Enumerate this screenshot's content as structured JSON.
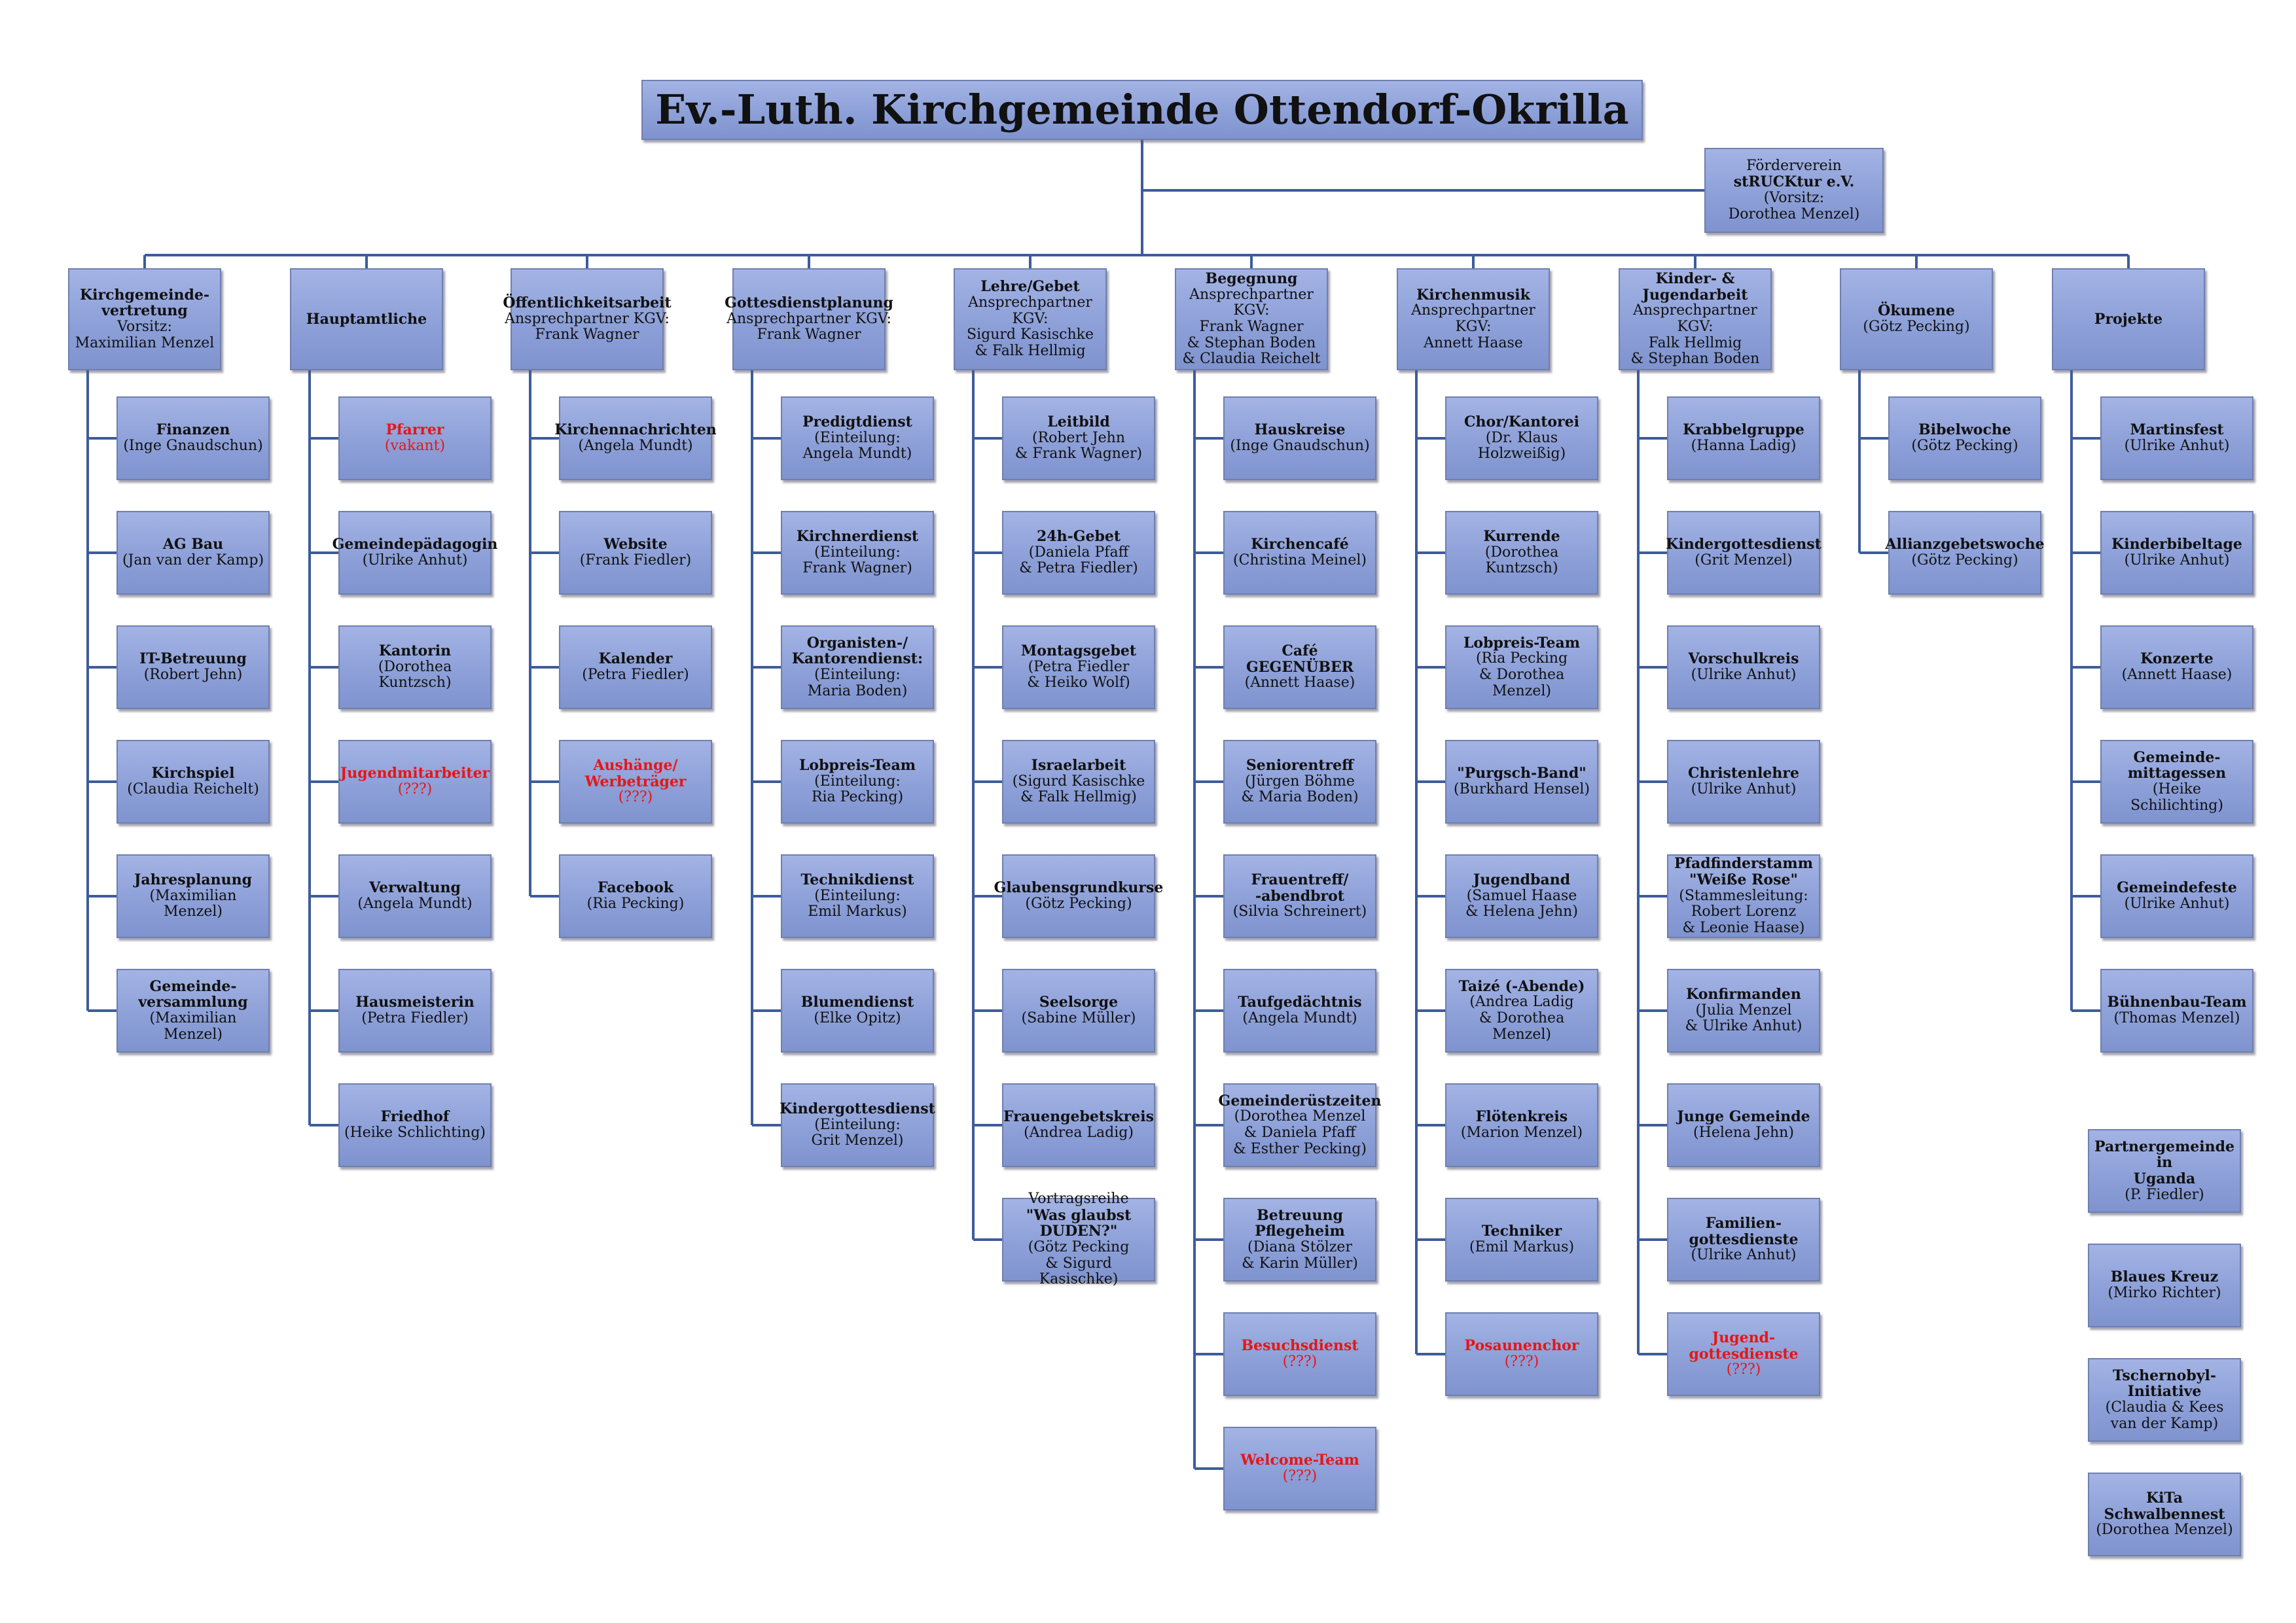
{
  "title": "Ev.-Luth. Kirchgemeinde Ottendorf-Okrilla",
  "foerderverein": {
    "line1": "Förderverein",
    "line2": "stRUCKtur e.V.",
    "sub": "(Vorsitz:\nDorothea Menzel)"
  },
  "columns": [
    {
      "header": {
        "title": "Kirchgemeinde-\nvertretung",
        "sub": "Vorsitz:\nMaximilian Menzel"
      },
      "items": [
        {
          "title": "Finanzen",
          "sub": "(Inge Gnaudschun)"
        },
        {
          "title": "AG Bau",
          "sub": "(Jan van der Kamp)"
        },
        {
          "title": "IT-Betreuung",
          "sub": "(Robert Jehn)"
        },
        {
          "title": "Kirchspiel",
          "sub": "(Claudia Reichelt)"
        },
        {
          "title": "Jahresplanung",
          "sub": "(Maximilian Menzel)"
        },
        {
          "title": "Gemeinde-\nversammlung",
          "sub": "(Maximilian Menzel)"
        }
      ]
    },
    {
      "header": {
        "title": "Hauptamtliche",
        "sub": ""
      },
      "items": [
        {
          "title": "Pfarrer",
          "sub": "(vakant)",
          "red": true
        },
        {
          "title": "Gemeindepädagogin",
          "sub": "(Ulrike Anhut)"
        },
        {
          "title": "Kantorin",
          "sub": "(Dorothea Kuntzsch)"
        },
        {
          "title": "Jugendmitarbeiter",
          "sub": "(???)",
          "red": true
        },
        {
          "title": "Verwaltung",
          "sub": "(Angela Mundt)"
        },
        {
          "title": "Hausmeisterin",
          "sub": "(Petra Fiedler)"
        },
        {
          "title": "Friedhof",
          "sub": "(Heike Schlichting)"
        }
      ]
    },
    {
      "header": {
        "title": "Öffentlichkeitsarbeit",
        "sub": "Ansprechpartner KGV:\nFrank Wagner"
      },
      "items": [
        {
          "title": "Kirchennachrichten",
          "sub": "(Angela Mundt)"
        },
        {
          "title": "Website",
          "sub": "(Frank Fiedler)"
        },
        {
          "title": "Kalender",
          "sub": "(Petra Fiedler)"
        },
        {
          "title": "Aushänge/\nWerbeträger",
          "sub": "(???)",
          "red": true
        },
        {
          "title": "Facebook",
          "sub": "(Ria Pecking)"
        }
      ]
    },
    {
      "header": {
        "title": "Gottesdienstplanung",
        "sub": "Ansprechpartner KGV:\nFrank Wagner"
      },
      "items": [
        {
          "title": "Predigtdienst",
          "sub": "(Einteilung:\nAngela Mundt)"
        },
        {
          "title": "Kirchnerdienst",
          "sub": "(Einteilung:\nFrank Wagner)"
        },
        {
          "title": "Organisten-/\nKantorendienst:",
          "sub": "(Einteilung:\nMaria Boden)"
        },
        {
          "title": "Lobpreis-Team",
          "sub": "(Einteilung:\nRia Pecking)"
        },
        {
          "title": "Technikdienst",
          "sub": "(Einteilung:\nEmil Markus)"
        },
        {
          "title": "Blumendienst",
          "sub": "(Elke Opitz)"
        },
        {
          "title": "Kindergottesdienst",
          "sub": "(Einteilung:\nGrit Menzel)"
        }
      ]
    },
    {
      "header": {
        "title": "Lehre/Gebet",
        "sub": "Ansprechpartner KGV:\nSigurd Kasischke\n& Falk Hellmig"
      },
      "items": [
        {
          "title": "Leitbild",
          "sub": "(Robert Jehn\n& Frank Wagner)"
        },
        {
          "title": "24h-Gebet",
          "sub": "(Daniela Pfaff\n& Petra Fiedler)"
        },
        {
          "title": "Montagsgebet",
          "sub": "(Petra Fiedler\n& Heiko Wolf)"
        },
        {
          "title": "Israelarbeit",
          "sub": "(Sigurd Kasischke\n& Falk Hellmig)"
        },
        {
          "title": "Glaubensgrundkurse",
          "sub": "(Götz Pecking)"
        },
        {
          "title": "Seelsorge",
          "sub": "(Sabine Müller)"
        },
        {
          "title": "Frauengebetskreis",
          "sub": "(Andrea Ladig)"
        },
        {
          "pre": "Vortragsreihe",
          "title": "\"Was glaubst\nDUDEN?\"",
          "sub": "(Götz Pecking\n& Sigurd Kasischke)"
        }
      ]
    },
    {
      "header": {
        "title": "Begegnung",
        "sub": "Ansprechpartner KGV:\nFrank Wagner\n& Stephan Boden\n& Claudia Reichelt"
      },
      "items": [
        {
          "title": "Hauskreise",
          "sub": "(Inge Gnaudschun)"
        },
        {
          "title": "Kirchencafé",
          "sub": "(Christina Meinel)"
        },
        {
          "title": "Café GEGENÜBER",
          "sub": "(Annett Haase)"
        },
        {
          "title": "Seniorentreff",
          "sub": "(Jürgen Böhme\n& Maria Boden)"
        },
        {
          "title": "Frauentreff/\n-abendbrot",
          "sub": "(Silvia Schreinert)"
        },
        {
          "title": "Taufgedächtnis",
          "sub": "(Angela Mundt)"
        },
        {
          "title": "Gemeinderüstzeiten",
          "sub": "(Dorothea Menzel\n& Daniela Pfaff\n& Esther Pecking)"
        },
        {
          "title": "Betreuung\nPflegeheim",
          "sub": "(Diana Stölzer\n& Karin Müller)"
        },
        {
          "title": "Besuchsdienst",
          "sub": "(???)",
          "red": true
        },
        {
          "title": "Welcome-Team",
          "sub": "(???)",
          "red": true
        }
      ]
    },
    {
      "header": {
        "title": "Kirchenmusik",
        "sub": "Ansprechpartner KGV:\nAnnett Haase"
      },
      "items": [
        {
          "title": "Chor/Kantorei",
          "sub": "(Dr. Klaus\nHolzweißig)"
        },
        {
          "title": "Kurrende",
          "sub": "(Dorothea Kuntzsch)"
        },
        {
          "title": "Lobpreis-Team",
          "sub": "(Ria Pecking\n& Dorothea Menzel)"
        },
        {
          "title": "\"Purgsch-Band\"",
          "sub": "(Burkhard Hensel)"
        },
        {
          "title": "Jugendband",
          "sub": "(Samuel Haase\n& Helena Jehn)"
        },
        {
          "title": "Taizé (-Abende)",
          "sub": "(Andrea Ladig\n& Dorothea Menzel)"
        },
        {
          "title": "Flötenkreis",
          "sub": "(Marion Menzel)"
        },
        {
          "title": "Techniker",
          "sub": "(Emil Markus)"
        },
        {
          "title": "Posaunenchor",
          "sub": "(???)",
          "red": true
        }
      ]
    },
    {
      "header": {
        "title": "Kinder- & Jugendarbeit",
        "sub": "Ansprechpartner KGV:\nFalk Hellmig\n& Stephan Boden"
      },
      "items": [
        {
          "title": "Krabbelgruppe",
          "sub": "(Hanna Ladig)"
        },
        {
          "title": "Kindergottesdienst",
          "sub": "(Grit Menzel)"
        },
        {
          "title": "Vorschulkreis",
          "sub": "(Ulrike Anhut)"
        },
        {
          "title": "Christenlehre",
          "sub": "(Ulrike Anhut)"
        },
        {
          "title": "Pfadfinderstamm\n\"Weiße Rose\"",
          "sub": "(Stammesleitung:\nRobert Lorenz\n& Leonie Haase)"
        },
        {
          "title": "Konfirmanden",
          "sub": "(Julia Menzel\n& Ulrike Anhut)"
        },
        {
          "title": "Junge Gemeinde",
          "sub": "(Helena Jehn)"
        },
        {
          "title": "Familien-\ngottesdienste",
          "sub": "(Ulrike Anhut)"
        },
        {
          "title": "Jugend-\ngottesdienste",
          "sub": "(???)",
          "red": true
        }
      ]
    },
    {
      "header": {
        "title": "Ökumene",
        "sub": "(Götz Pecking)"
      },
      "items": [
        {
          "title": "Bibelwoche",
          "sub": "(Götz Pecking)"
        },
        {
          "title": "Allianzgebetswoche",
          "sub": "(Götz Pecking)"
        }
      ]
    },
    {
      "header": {
        "title": "Projekte",
        "sub": ""
      },
      "items": [
        {
          "title": "Martinsfest",
          "sub": "(Ulrike Anhut)"
        },
        {
          "title": "Kinderbibeltage",
          "sub": "(Ulrike Anhut)"
        },
        {
          "title": "Konzerte",
          "sub": "(Annett Haase)"
        },
        {
          "title": "Gemeinde-\nmittagessen",
          "sub": "(Heike Schilichting)"
        },
        {
          "title": "Gemeindefeste",
          "sub": "(Ulrike Anhut)"
        },
        {
          "title": "Bühnenbau-Team",
          "sub": "(Thomas Menzel)"
        }
      ]
    }
  ],
  "extra_projects": [
    {
      "title": "Partnergemeinde in\nUganda",
      "sub": "(P. Fiedler)"
    },
    {
      "title": "Blaues Kreuz",
      "sub": "(Mirko Richter)"
    },
    {
      "title": "Tschernobyl-Initiative",
      "sub": "(Claudia & Kees\nvan der Kamp)"
    },
    {
      "title": "KiTa Schwalbennest",
      "sub": "(Dorothea Menzel)"
    }
  ]
}
